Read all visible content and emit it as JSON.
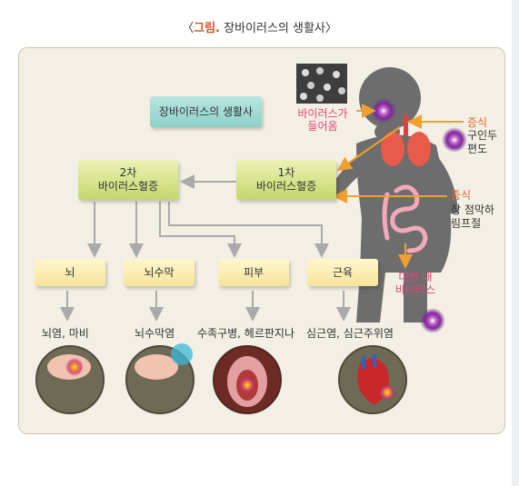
{
  "title": {
    "prefix": "〈",
    "label": "그림.",
    "text": " 장바이러스의 생활사〉"
  },
  "lifecycle_label": "장바이러스의 생활사",
  "stage1": {
    "line1": "1차",
    "line2": "바이러스혈증"
  },
  "stage2": {
    "line1": "2차",
    "line2": "바이러스혈증"
  },
  "virus_entry": {
    "line1": "바이러스가",
    "line2": "들어옴"
  },
  "symptom_throat": {
    "label": "증식",
    "line1": "구인두",
    "line2": "편도"
  },
  "symptom_gut": {
    "label": "증식",
    "line1": "장 점막하",
    "line2": "림프절"
  },
  "stool_virus": {
    "line1": "대변 내",
    "line2": "바이러스"
  },
  "organs": [
    {
      "name": "뇌",
      "disease": "뇌염, 마비"
    },
    {
      "name": "뇌수막",
      "disease": "뇌수막염"
    },
    {
      "name": "피부",
      "disease": "수족구병, 헤르판지나"
    },
    {
      "name": "근육",
      "disease": "심근염, 심근주위염"
    }
  ],
  "colors": {
    "accent": "#d2522a",
    "panel": "#f3efe4",
    "arrow_orange": "#f0a030",
    "arrow_gray": "#aaaaaa",
    "pink_text": "#e0457a",
    "body_silhouette": "#6d6d6d"
  }
}
